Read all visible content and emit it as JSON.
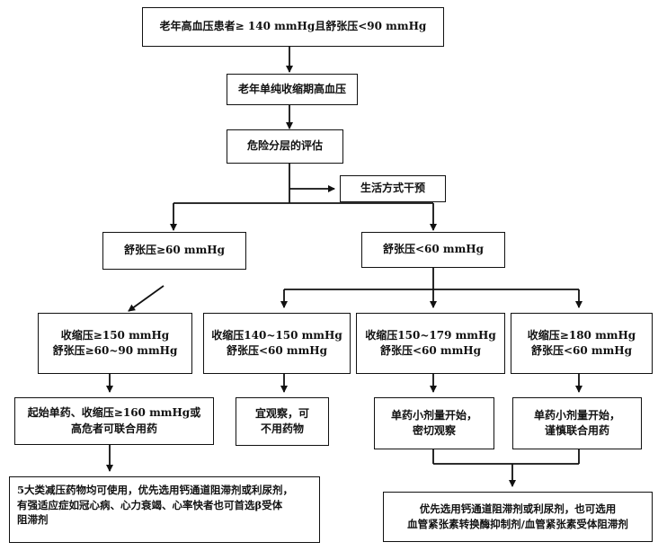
{
  "nodes": {
    "top": "老年高血压患者≥ 140 mmHg且舒张压<90 mmHg",
    "isolated": "老年单纯收缩期高血压",
    "risk": "危险分层的评估",
    "lifestyle": "生活方式干预",
    "dia_ge60": "舒张压≥60 mmHg",
    "dia_lt60": "舒张压<60 mmHg",
    "c1": [
      "收缩压≥150 mmHg",
      "舒张压≥60~90 mmHg"
    ],
    "c2": [
      "收缩压140~150 mmHg",
      "舒张压<60 mmHg"
    ],
    "c3": [
      "收缩压150~179 mmHg",
      "舒张压<60 mmHg"
    ],
    "c4": [
      "收缩压≥180 mmHg",
      "舒张压<60 mmHg"
    ],
    "a1": [
      "起始单药、收缩压≥160 mmHg或",
      "高危者可联合用药"
    ],
    "a2": [
      "宜观察，可",
      "不用药物"
    ],
    "a3": [
      "单药小剂量开始，",
      "密切观察"
    ],
    "a4": [
      "单药小剂量开始，",
      "谨慎联合用药"
    ],
    "f1": [
      "5大类减压药物均可使用，优先选用钙通道阻滞剂或利尿剂，",
      "有强适应症如冠心病、心力衰竭、心率快者也可首选β受体",
      "阻滞剂"
    ],
    "f2": [
      "优先选用钙通道阻滞剂或利尿剂，也可选用",
      "血管紧张素转换酶抑制剂/血管紧张素受体阻滞剂"
    ]
  }
}
